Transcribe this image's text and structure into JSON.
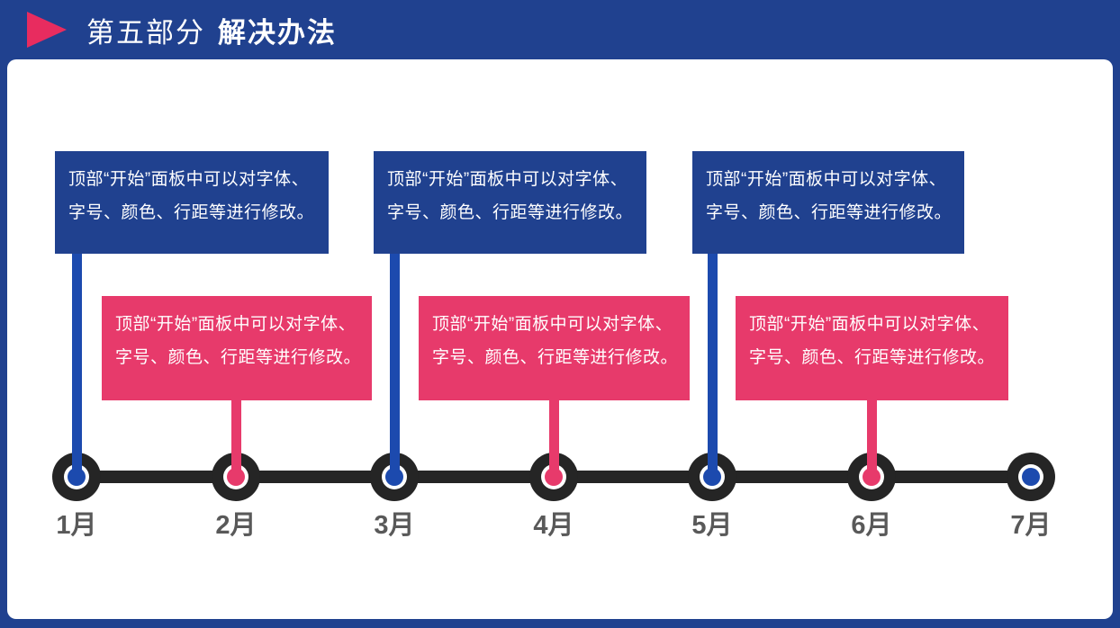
{
  "header": {
    "section": "第五部分",
    "title": "解决办法",
    "arrow_icon": "triangle-right-icon"
  },
  "colors": {
    "primary_blue": "#20418f",
    "stem_blue": "#1c4aae",
    "accent_pink": "#e73a6b",
    "triangle_pink": "#e82c5f",
    "track_black": "#252525",
    "month_label_gray": "#595959",
    "panel_white": "#ffffff"
  },
  "callouts": [
    {
      "month": "1月",
      "color": "blue",
      "lines": [
        "顶部“开始”面板中可以对字体、",
        "字号、颜色、行距等进行修改。"
      ]
    },
    {
      "month": "2月",
      "color": "pink",
      "lines": [
        "顶部“开始”面板中可以对字体、",
        "字号、颜色、行距等进行修改。"
      ]
    },
    {
      "month": "3月",
      "color": "blue",
      "lines": [
        "顶部“开始”面板中可以对字体、",
        "字号、颜色、行距等进行修改。"
      ]
    },
    {
      "month": "4月",
      "color": "pink",
      "lines": [
        "顶部“开始”面板中可以对字体、",
        "字号、颜色、行距等进行修改。"
      ]
    },
    {
      "month": "5月",
      "color": "blue",
      "lines": [
        "顶部“开始”面板中可以对字体、",
        "字号、颜色、行距等进行修改。"
      ]
    },
    {
      "month": "6月",
      "color": "pink",
      "lines": [
        "顶部“开始”面板中可以对字体、",
        "字号、颜色、行距等进行修改。"
      ]
    }
  ],
  "timeline": {
    "months": [
      {
        "label": "1月",
        "dot_color": "blue"
      },
      {
        "label": "2月",
        "dot_color": "pink"
      },
      {
        "label": "3月",
        "dot_color": "blue"
      },
      {
        "label": "4月",
        "dot_color": "pink"
      },
      {
        "label": "5月",
        "dot_color": "blue"
      },
      {
        "label": "6月",
        "dot_color": "pink"
      },
      {
        "label": "7月",
        "dot_color": "blue"
      }
    ]
  }
}
